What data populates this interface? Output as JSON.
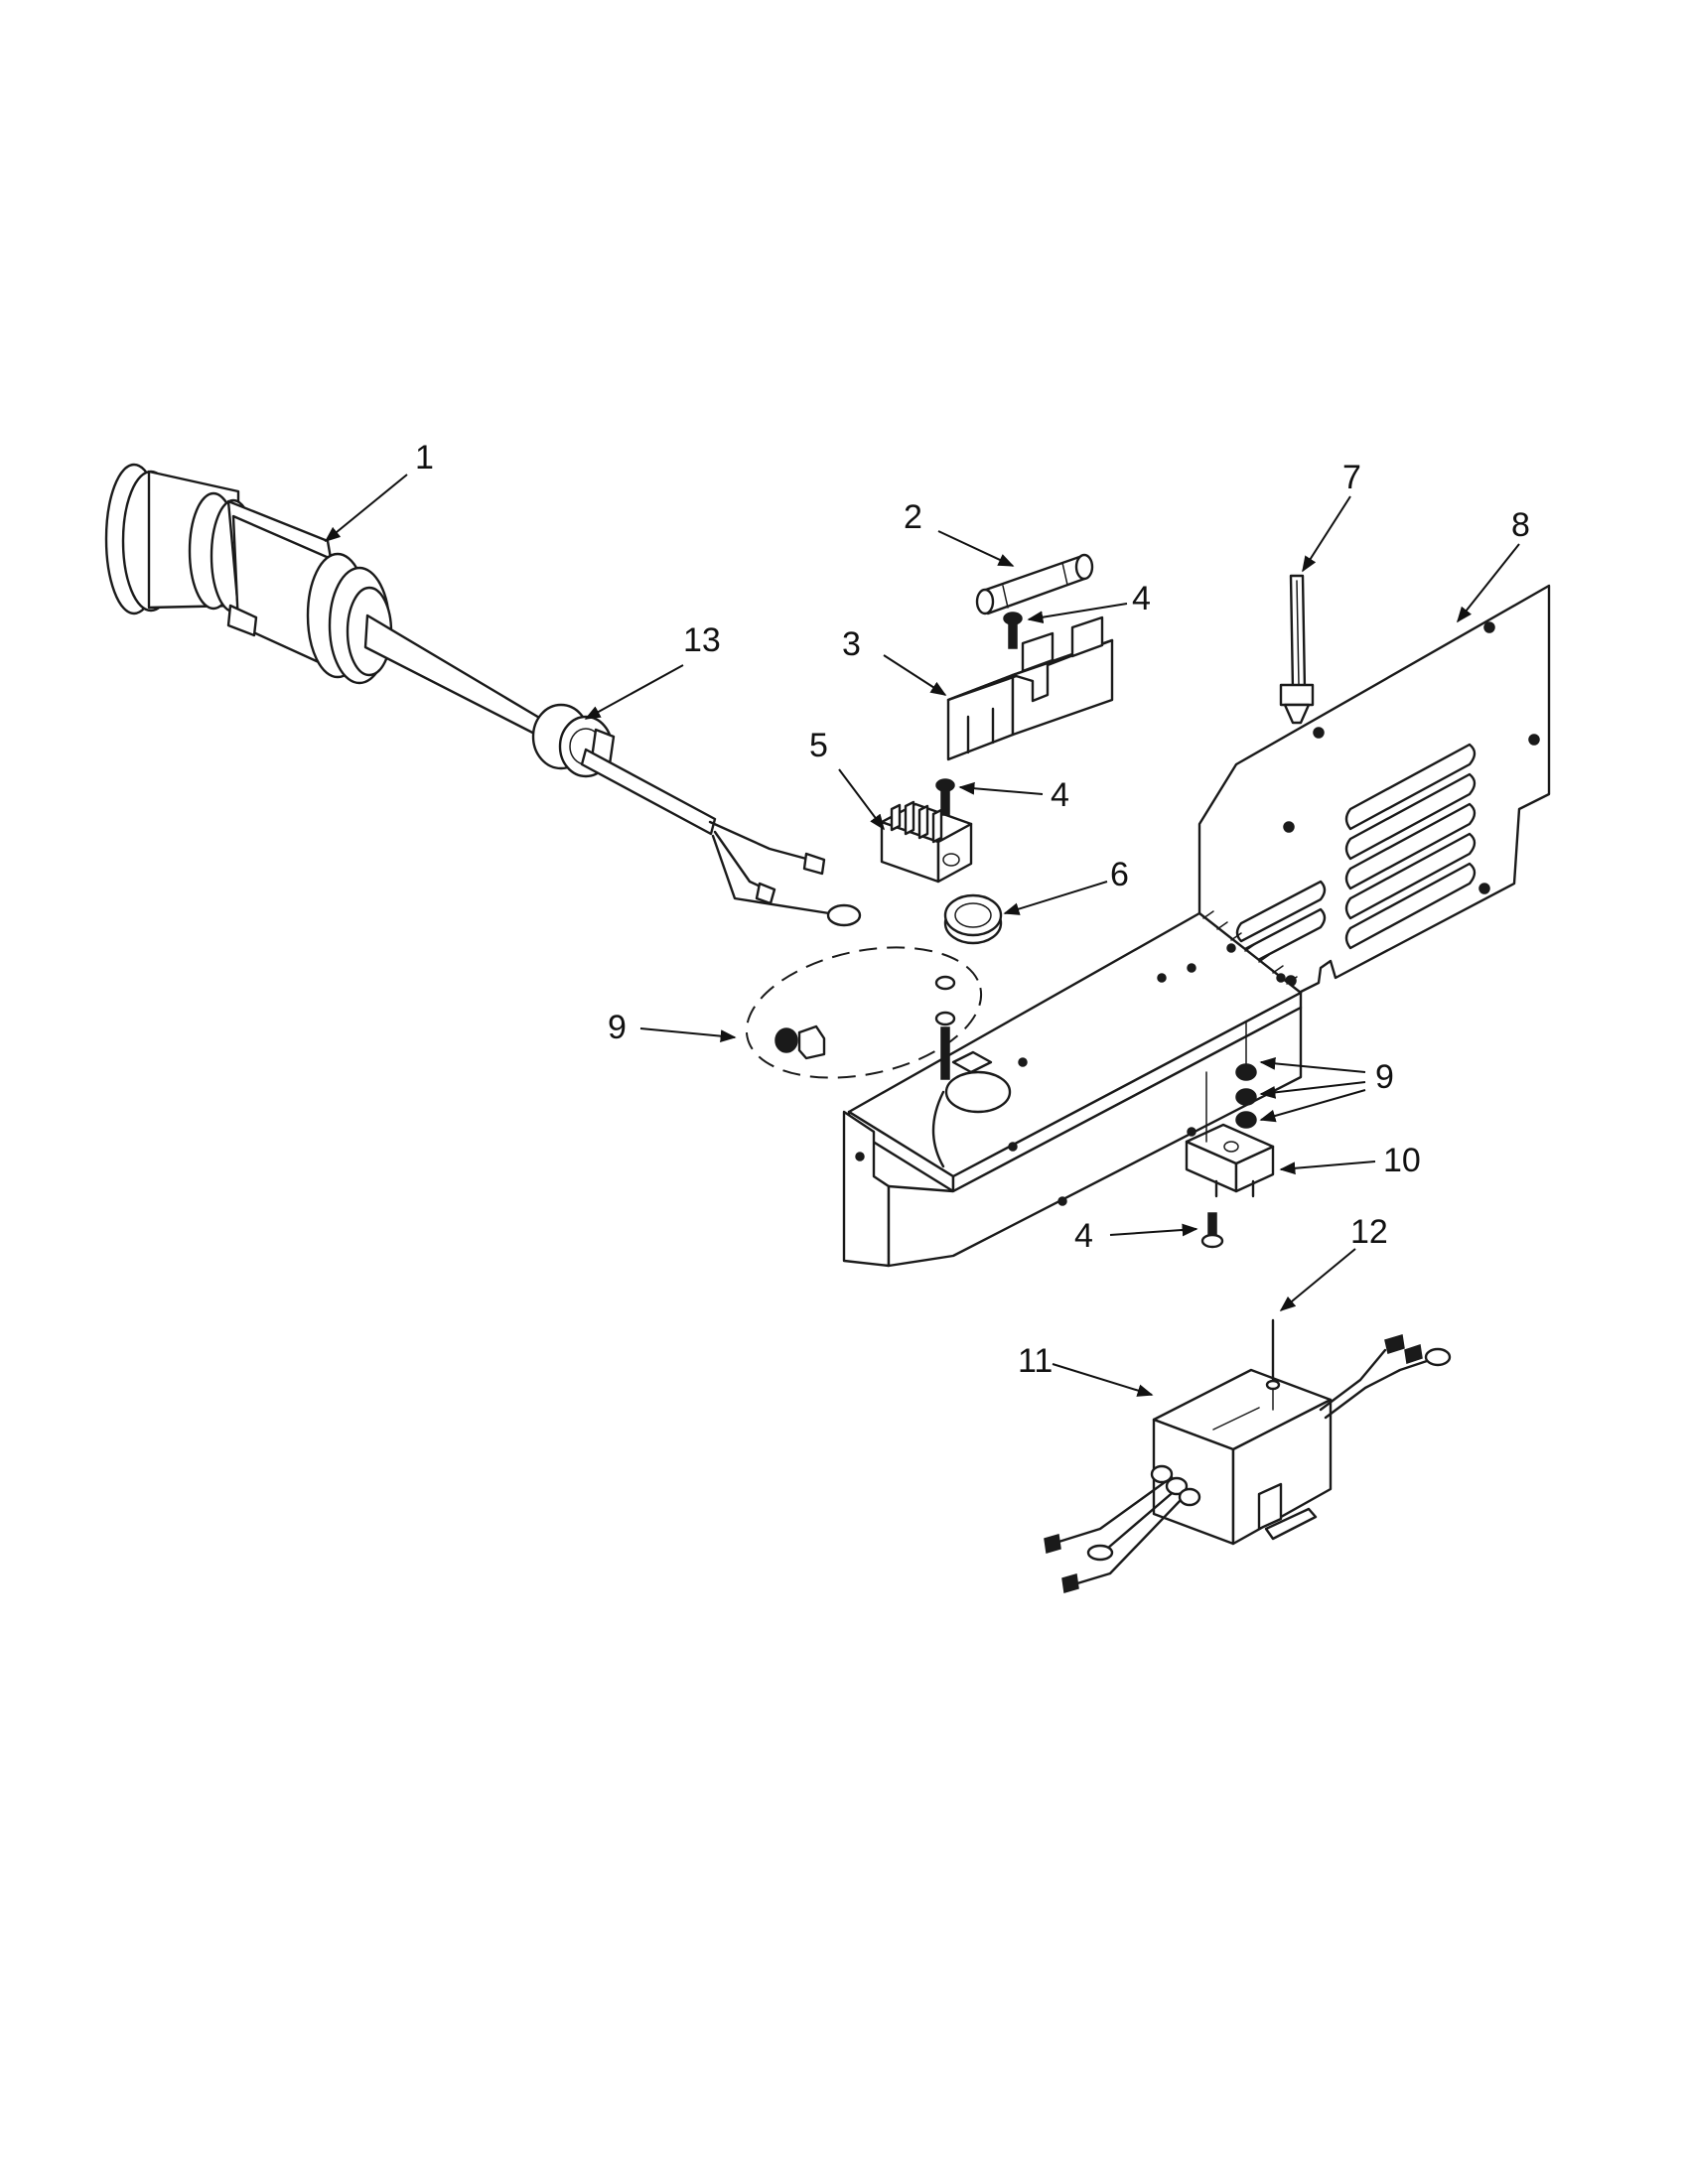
{
  "callouts": {
    "c1": "1",
    "c2": "2",
    "c3": "3",
    "c4a": "4",
    "c4b": "4",
    "c4c": "4",
    "c5": "5",
    "c6": "6",
    "c7": "7",
    "c8": "8",
    "c9a": "9",
    "c9b": "9",
    "c10": "10",
    "c11": "11",
    "c12": "12",
    "c13": "13"
  }
}
